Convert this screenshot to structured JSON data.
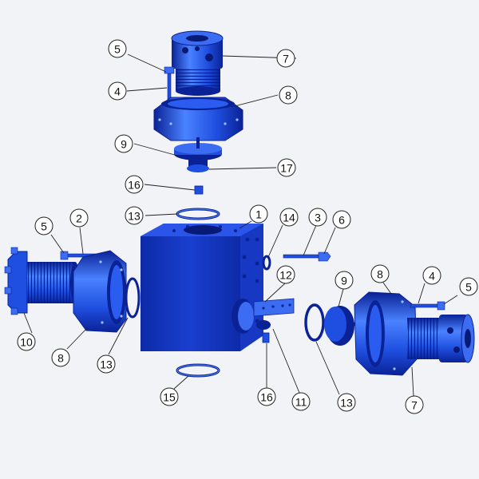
{
  "diagram": {
    "background": "#f1f3f6",
    "part_color": "#1f4fe0",
    "part_dark": "#0b1f8a",
    "part_light": "#4f86ff",
    "callouts": [
      {
        "id": "c-5-top",
        "label": "5"
      },
      {
        "id": "c-7-top",
        "label": "7"
      },
      {
        "id": "c-4-top",
        "label": "4"
      },
      {
        "id": "c-8-top",
        "label": "8"
      },
      {
        "id": "c-9-top",
        "label": "9"
      },
      {
        "id": "c-17",
        "label": "17"
      },
      {
        "id": "c-16-top",
        "label": "16"
      },
      {
        "id": "c-13-top",
        "label": "13"
      },
      {
        "id": "c-1",
        "label": "1"
      },
      {
        "id": "c-14",
        "label": "14"
      },
      {
        "id": "c-3",
        "label": "3"
      },
      {
        "id": "c-6",
        "label": "6"
      },
      {
        "id": "c-5-left",
        "label": "5"
      },
      {
        "id": "c-2",
        "label": "2"
      },
      {
        "id": "c-12",
        "label": "12"
      },
      {
        "id": "c-9-right",
        "label": "9"
      },
      {
        "id": "c-8-right",
        "label": "8"
      },
      {
        "id": "c-4-right",
        "label": "4"
      },
      {
        "id": "c-5-right",
        "label": "5"
      },
      {
        "id": "c-10",
        "label": "10"
      },
      {
        "id": "c-8-left",
        "label": "8"
      },
      {
        "id": "c-13-left",
        "label": "13"
      },
      {
        "id": "c-15",
        "label": "15"
      },
      {
        "id": "c-16-bottom",
        "label": "16"
      },
      {
        "id": "c-11",
        "label": "11"
      },
      {
        "id": "c-13-right",
        "label": "13"
      },
      {
        "id": "c-7-right",
        "label": "7"
      }
    ]
  }
}
